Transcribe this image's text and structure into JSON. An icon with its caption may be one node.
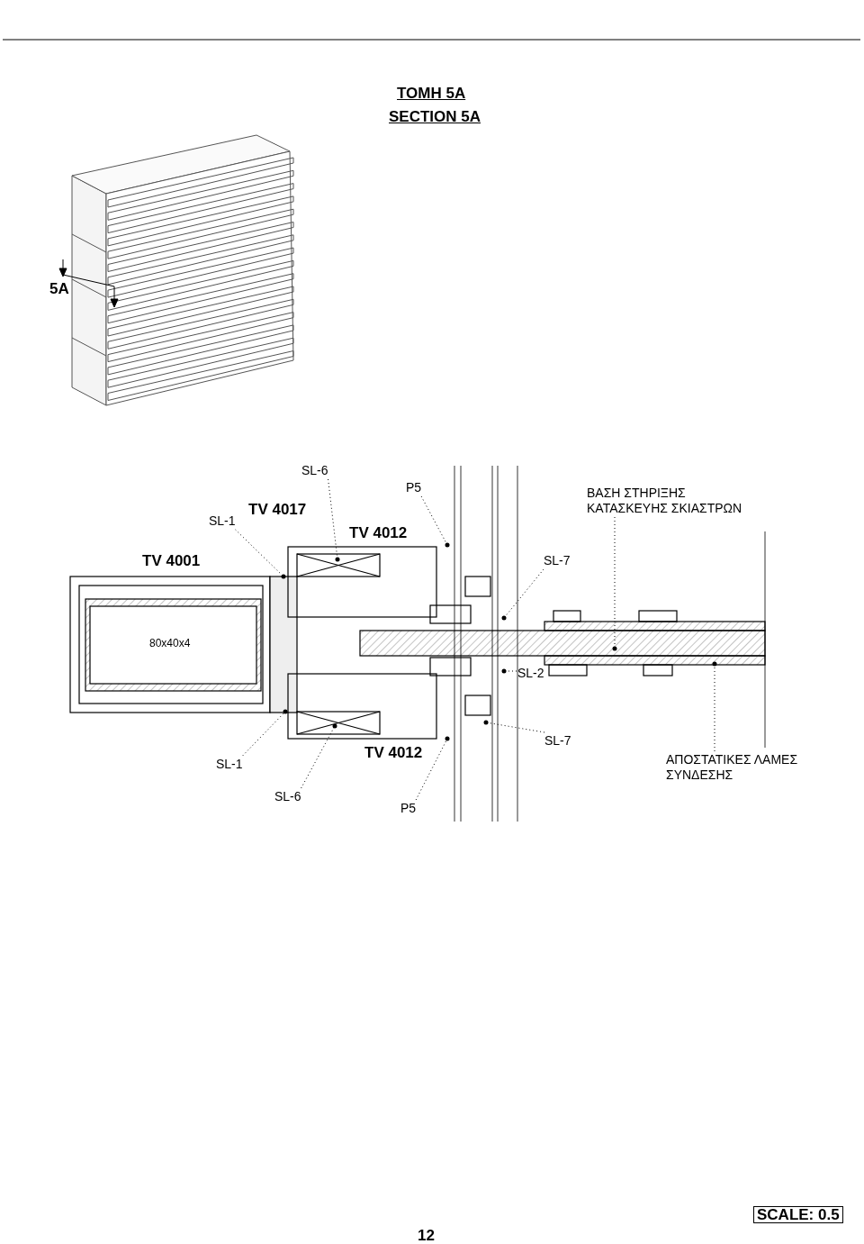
{
  "diagram": {
    "nodes": [
      {
        "text": [
          "SL-6"
        ]
      },
      {
        "text": [
          "P5"
        ]
      },
      {
        "text": [
          "ΒΑΣΗ ΣΤΗΡΙΞΗΣ ΚΑΤΑΣΚΕΥΗΣ ΣΚΙΑΣΤΡΩΝ"
        ]
      },
      {
        "text": [
          "SL-1"
        ]
      },
      {
        "text": [
          "SL-7"
        ]
      },
      {
        "text": [
          "SL-2"
        ]
      },
      {
        "text": [
          "SL-7"
        ]
      },
      {
        "text": [
          "ΑΠΟΣΤΑΤΙΚΕΣ ΛΑΜΕΣ ΣΥΝΔΕΣΗΣ"
        ]
      },
      {
        "text": [
          "SL-1"
        ]
      },
      {
        "text": [
          "SL-6"
        ]
      },
      {
        "text": [
          "P5"
        ]
      }
    ],
    "edges": [
      {
        "from": 0,
        "to": null,
        "arrow": "other"
      },
      {
        "from": 1,
        "to": null,
        "arrow": "other"
      },
      {
        "from": 2,
        "to": null,
        "arrow": "other"
      },
      {
        "from": 3,
        "to": null,
        "arrow": "other"
      },
      {
        "from": 4,
        "to": null,
        "arrow": "other"
      },
      {
        "from": 5,
        "to": null,
        "arrow": "other"
      },
      {
        "from": 6,
        "to": null,
        "arrow": "other"
      },
      {
        "from": 7,
        "to": null,
        "arrow": "other"
      },
      {
        "from": 8,
        "to": null,
        "arrow": "other"
      },
      {
        "from": 9,
        "to": null,
        "arrow": "other"
      },
      {
        "from": 10,
        "to": null,
        "arrow": "other"
      }
    ],
    "labels": [
      "ΤΟΜΗ 5A",
      "SECTION 5A",
      "5A",
      "TV 4017",
      "TV 4012",
      "TV 4001",
      "80x40x4",
      "TV 4012",
      "SCALE: 0.5",
      "12"
    ]
  }
}
